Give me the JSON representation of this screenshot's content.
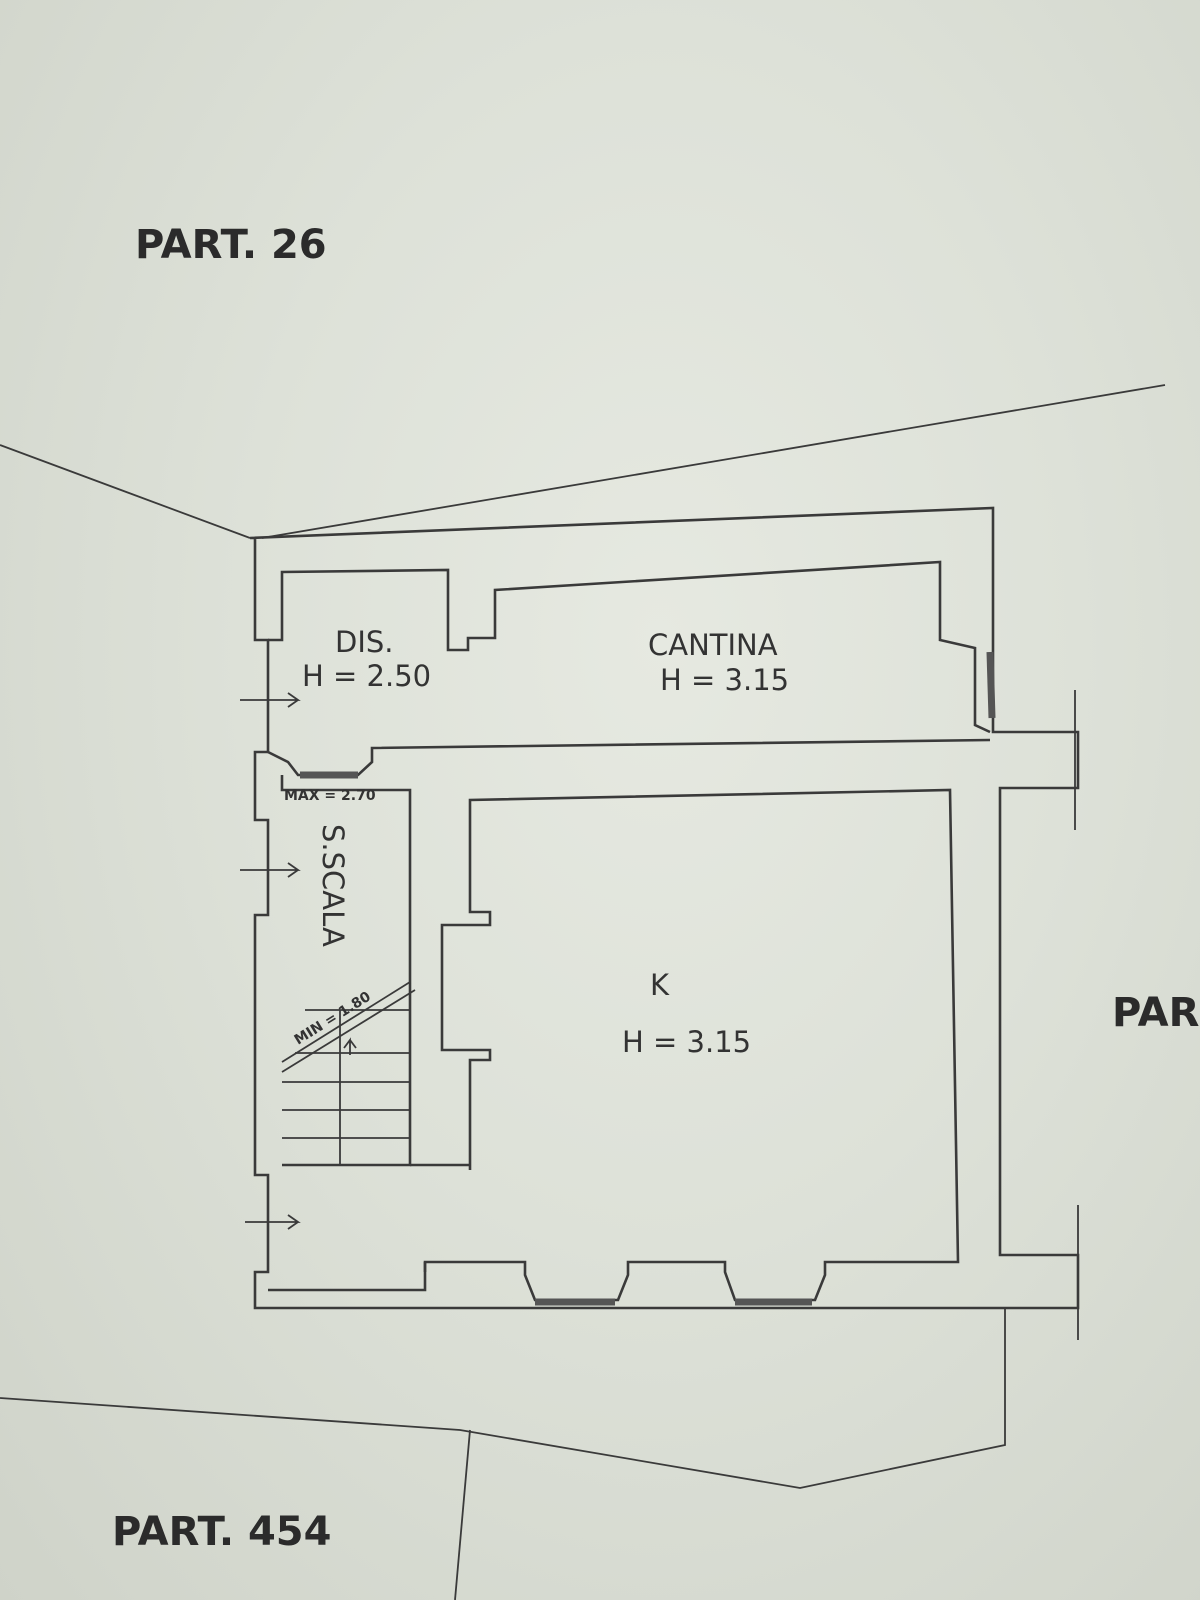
{
  "parcels": {
    "top": "PART. 26",
    "bottom": "PART. 454",
    "right": "PAR"
  },
  "rooms": {
    "dis": {
      "name": "DIS.",
      "height": "H = 2.50"
    },
    "cantina": {
      "name": "CANTINA",
      "height": "H = 3.15"
    },
    "scala": {
      "name": "S.SCALA",
      "max": "MAX = 2.70",
      "min": "MIN = 1.80"
    },
    "k": {
      "name": "K",
      "height": "H = 3.15"
    }
  },
  "colors": {
    "paper": "#dde1d8",
    "ink": "#3a3a3a"
  }
}
